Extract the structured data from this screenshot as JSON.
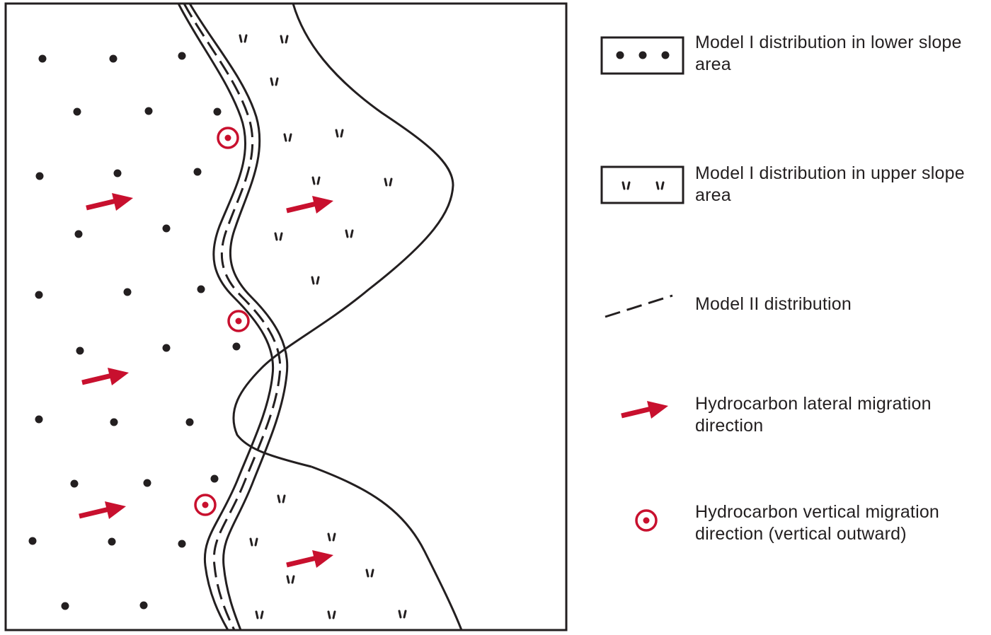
{
  "colors": {
    "ink": "#231f20",
    "arrow": "#c8102e",
    "background": "#ffffff"
  },
  "legend": [
    {
      "symbol": "dots-box",
      "label": "Model I distribution in lower slope area"
    },
    {
      "symbol": "ticks-box",
      "label": "Model I distribution in upper slope area"
    },
    {
      "symbol": "dashed-line",
      "label": "Model II distribution"
    },
    {
      "symbol": "red-arrow",
      "label": "Hydrocarbon lateral migration direction"
    },
    {
      "symbol": "bullseye",
      "label": "Hydrocarbon vertical migration direction (vertical outward)"
    }
  ]
}
